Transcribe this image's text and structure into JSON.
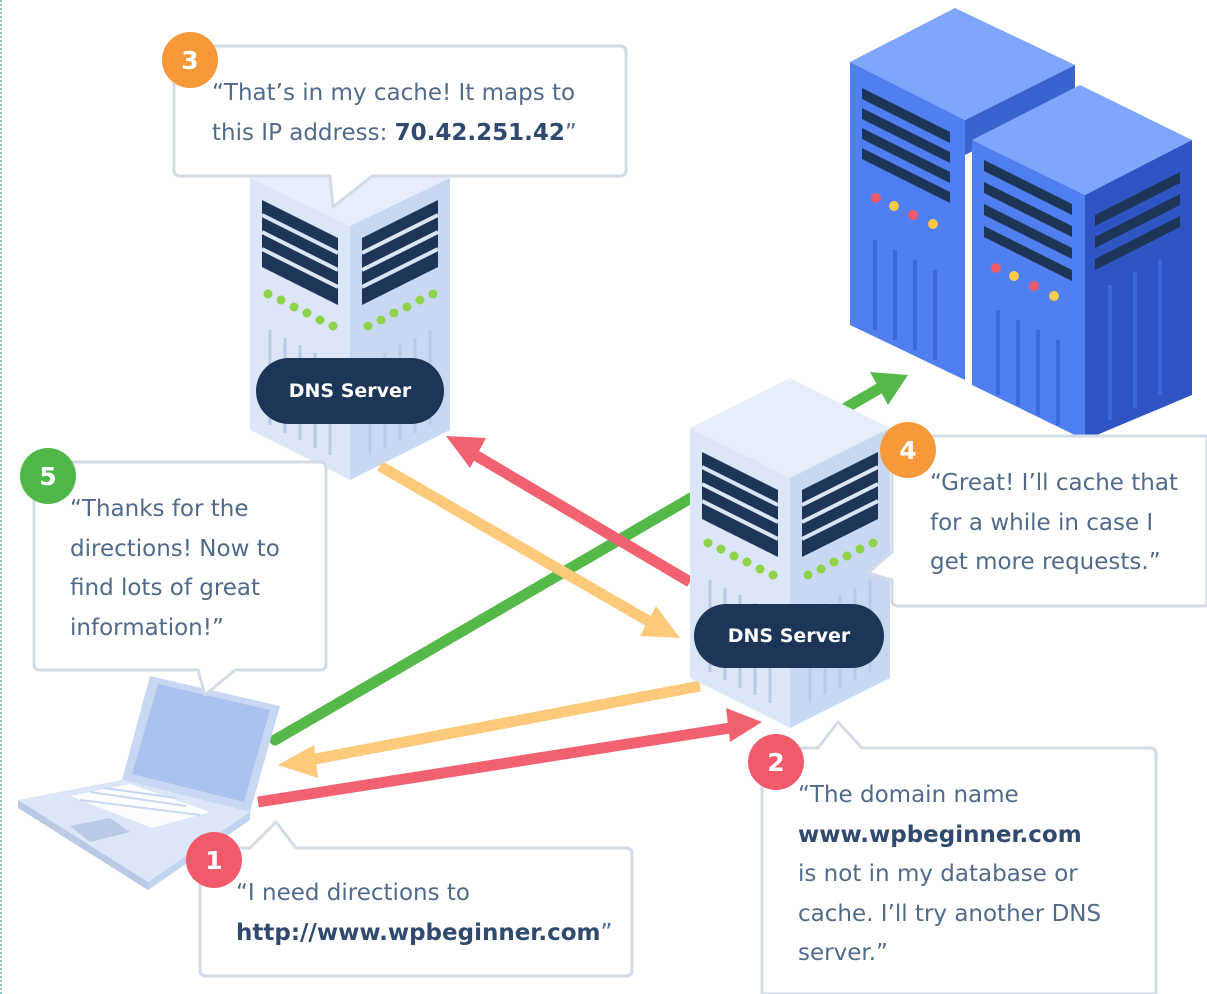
{
  "servers": {
    "top": {
      "label": "DNS Server"
    },
    "middle": {
      "label": "DNS Server"
    }
  },
  "steps": [
    {
      "number": "1",
      "color": "#f15a6b",
      "lines": [
        "“I need directions to"
      ],
      "bold": "http://www.wpbeginner.com",
      "bold_suffix": "”"
    },
    {
      "number": "2",
      "color": "#f15a6b",
      "line1": "“The domain name",
      "bold": "www.wpbeginner.com",
      "line3": "is not in my database or",
      "line4": "cache. I’ll try another DNS",
      "line5": "server.”"
    },
    {
      "number": "3",
      "color": "#f7993b",
      "line1": "“That’s in my cache! It maps to",
      "line2_prefix": "this IP address: ",
      "bold": "70.42.251.42",
      "bold_suffix": "”"
    },
    {
      "number": "4",
      "color": "#f7993b",
      "line1": "“Great! I’ll cache that",
      "line2": "for a while in case I",
      "line3": "get more requests.”"
    },
    {
      "number": "5",
      "color": "#4fb748",
      "line1": "“Thanks for the",
      "line2": "directions! Now to",
      "line3": "find lots of great",
      "line4": "information!”"
    }
  ],
  "colors": {
    "request_arrow": "#f2616f",
    "response_arrow": "#fdc97a",
    "result_arrow": "#55b94a",
    "server_blue": "#4e7ef2",
    "bubble_border": "#d3dbe6"
  }
}
